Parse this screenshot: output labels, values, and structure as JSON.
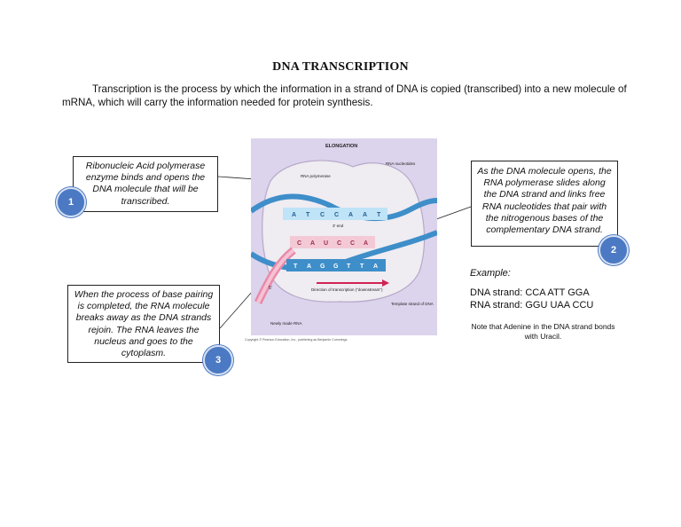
{
  "title": "DNA TRANSCRIPTION",
  "intro": "Transcription is the process by which the information in a strand of DNA is copied (transcribed) into a new molecule of mRNA, which will carry the information needed for protein synthesis.",
  "callouts": [
    {
      "number": "1",
      "text": "Ribonucleic Acid polymerase enzyme binds and opens the DNA molecule that will be transcribed."
    },
    {
      "number": "2",
      "text": "As the DNA molecule opens, the RNA polymerase slides along the DNA strand and links free RNA nucleotides that pair with the nitrogenous bases of the complementary DNA strand."
    },
    {
      "number": "3",
      "text": "When the process of base pairing is completed, the RNA molecule breaks away as the DNA strands rejoin. The RNA leaves the nucleus and goes to the cytoplasm."
    }
  ],
  "example": {
    "label": "Example:",
    "dna_strand": "DNA strand: CCA  ATT GGA",
    "rna_strand": "RNA strand: GGU UAA CCU",
    "note": "Note that Adenine in the DNA strand bonds with Uracil."
  },
  "figure": {
    "heading": "ELONGATION",
    "rna_polymerase": "RNA polymerase",
    "rna_nucleotides": "RNA nucleotides",
    "three_prime_end": "3' end",
    "direction": "Direction of transcription (\"downstream\")",
    "template_strand": "Template strand of DNA",
    "newly_made_rna": "Newly made RNA",
    "end_3": "3'",
    "end_5": "5'",
    "top_bases": [
      "A",
      "T",
      "C",
      "C",
      "A",
      "A",
      "T"
    ],
    "rna_bases": [
      "C",
      "A",
      "U",
      "C",
      "C",
      "A"
    ],
    "bottom_bases": [
      "T",
      "A",
      "G",
      "G",
      "T",
      "T",
      "A"
    ],
    "copyright": "Copyright © Pearson Education, Inc., publishing as Benjamin Cummings."
  }
}
